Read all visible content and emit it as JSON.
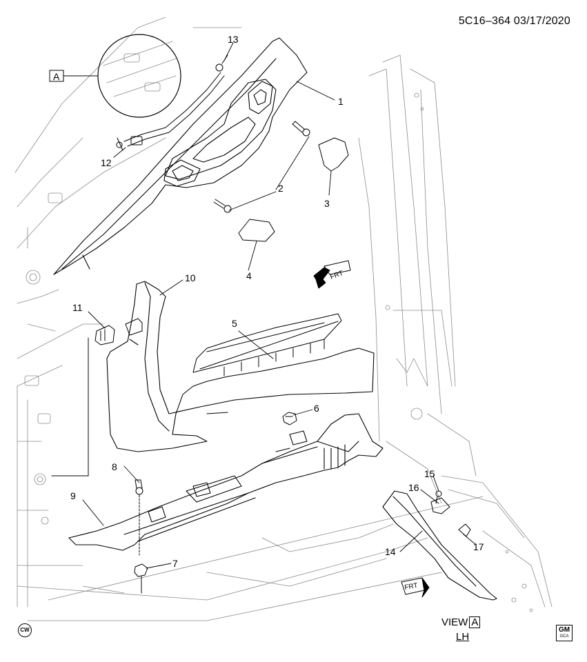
{
  "header": {
    "code": "5C16–364 03/17/2020"
  },
  "callouts": [
    "1",
    "2",
    "3",
    "4",
    "5",
    "6",
    "7",
    "8",
    "9",
    "10",
    "11",
    "12",
    "13",
    "14",
    "15",
    "16",
    "17"
  ],
  "view_ref_label": "A",
  "view_label": {
    "text": "VIEW",
    "ref": "A"
  },
  "side_label": "LH",
  "frt_label": "FRT",
  "frt_label_2": "FRT",
  "cw_mark": "CW",
  "gm_logo": {
    "main": "GM",
    "sub": "GCA"
  }
}
